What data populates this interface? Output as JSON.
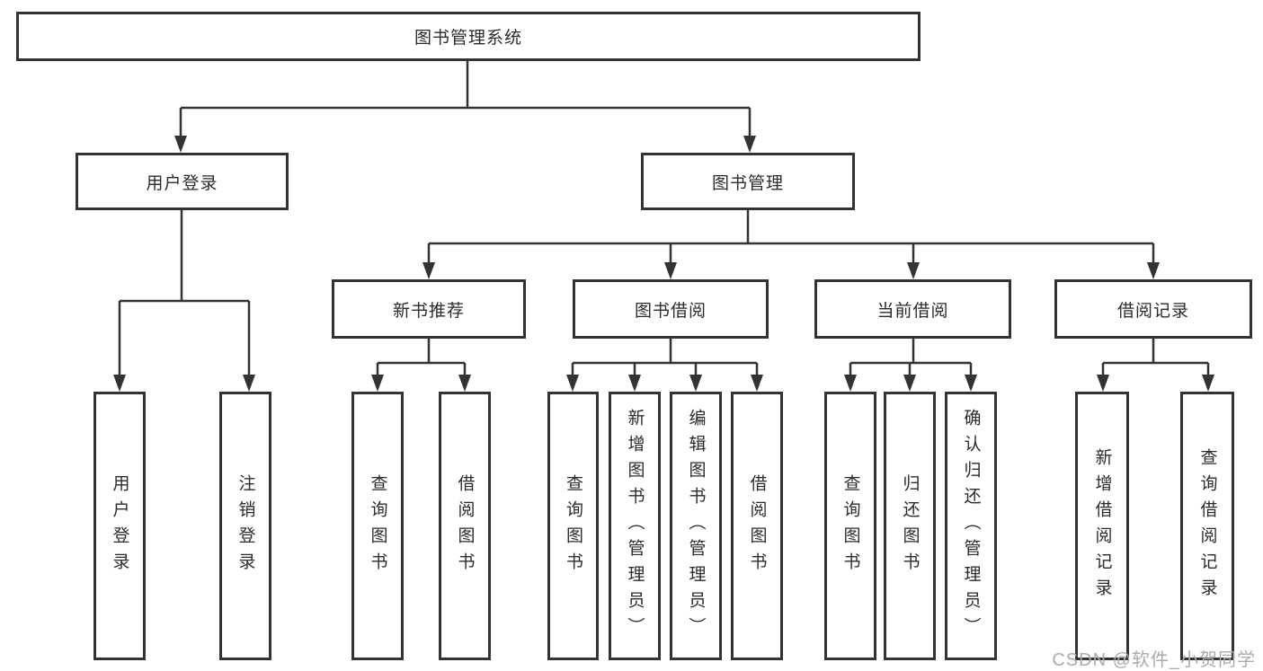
{
  "root": {
    "label": "图书管理系统"
  },
  "branches": [
    {
      "label": "用户登录",
      "children": [
        {
          "label": "用户登录"
        },
        {
          "label": "注销登录"
        }
      ]
    },
    {
      "label": "图书管理",
      "children": [
        {
          "label": "新书推荐",
          "children": [
            {
              "label": "查询图书"
            },
            {
              "label": "借阅图书"
            }
          ]
        },
        {
          "label": "图书借阅",
          "children": [
            {
              "label": "查询图书"
            },
            {
              "label": "新增图书（管理员）"
            },
            {
              "label": "编辑图书（管理员）"
            },
            {
              "label": "借阅图书"
            }
          ]
        },
        {
          "label": "当前借阅",
          "children": [
            {
              "label": "查询图书"
            },
            {
              "label": "归还图书"
            },
            {
              "label": "确认归还（管理员）"
            }
          ]
        },
        {
          "label": "借阅记录",
          "children": [
            {
              "label": "新增借阅记录"
            },
            {
              "label": "查询借阅记录"
            }
          ]
        }
      ]
    }
  ],
  "watermark": "CSDN @软件_小贺同学",
  "colors": {
    "line": "#333333",
    "box_border": "#333333",
    "box_fill": "#ffffff",
    "text": "#2b2b2b",
    "watermark": "#ababab",
    "background": "#ffffff"
  }
}
